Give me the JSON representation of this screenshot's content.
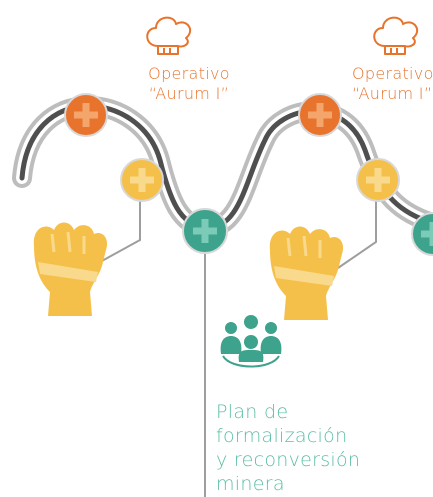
{
  "colors": {
    "orange": "#e8732c",
    "yellow": "#f5c04a",
    "teal": "#3da38c",
    "rail_outer": "#bdbdbd",
    "rail_inner": "#4f4f4f",
    "connector": "#9e9e9e"
  },
  "icons": {
    "chef_hat": "chef-hat-icon",
    "fist": "raised-fist-icon",
    "people": "people-group-icon",
    "plus": "plus-icon"
  },
  "milestones": [
    {
      "title": "Operativo",
      "subtitle": "“Aurum I”"
    },
    {
      "title": "Operativo",
      "subtitle": "“Aurum I”"
    }
  ],
  "program": {
    "lines": [
      "Plan de",
      "formalización",
      "y reconversión",
      "minera"
    ]
  }
}
